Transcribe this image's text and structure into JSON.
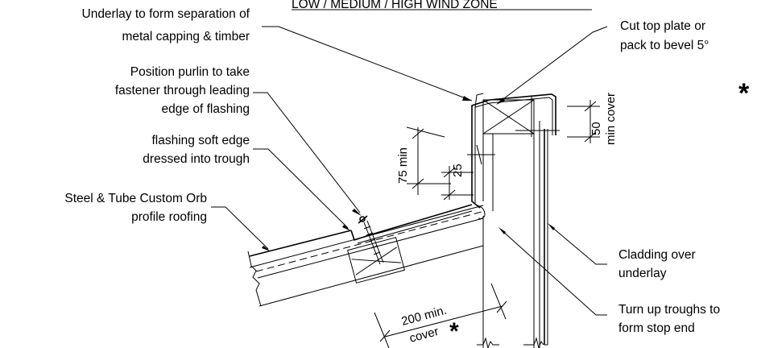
{
  "header": {
    "title": "LOW / MEDIUM / HIGH WIND ZONE"
  },
  "labels": {
    "underlay_l1": "Underlay to form separation of",
    "underlay_l2": "metal capping & timber",
    "purlin_l1": "Position purlin to take",
    "purlin_l2": "fastener through leading",
    "purlin_l3": "edge of flashing",
    "soft_l1": "flashing soft edge",
    "soft_l2": "dressed into trough",
    "roofing_l1": "Steel & Tube Custom Orb",
    "roofing_l2": "profile roofing",
    "plate_l1": "Cut top plate or",
    "plate_l2": "pack to bevel 5°",
    "cladding_l1": "Cladding over",
    "cladding_l2": "underlay",
    "turnup_l1": "Turn up troughs to",
    "turnup_l2": "form stop end",
    "asterisk": "*"
  },
  "dimensions": {
    "d75": "75 min",
    "d25": "25",
    "d50": "50",
    "d50_note": "min cover",
    "d200_l1": "200 min.",
    "d200_l2": "cover"
  }
}
